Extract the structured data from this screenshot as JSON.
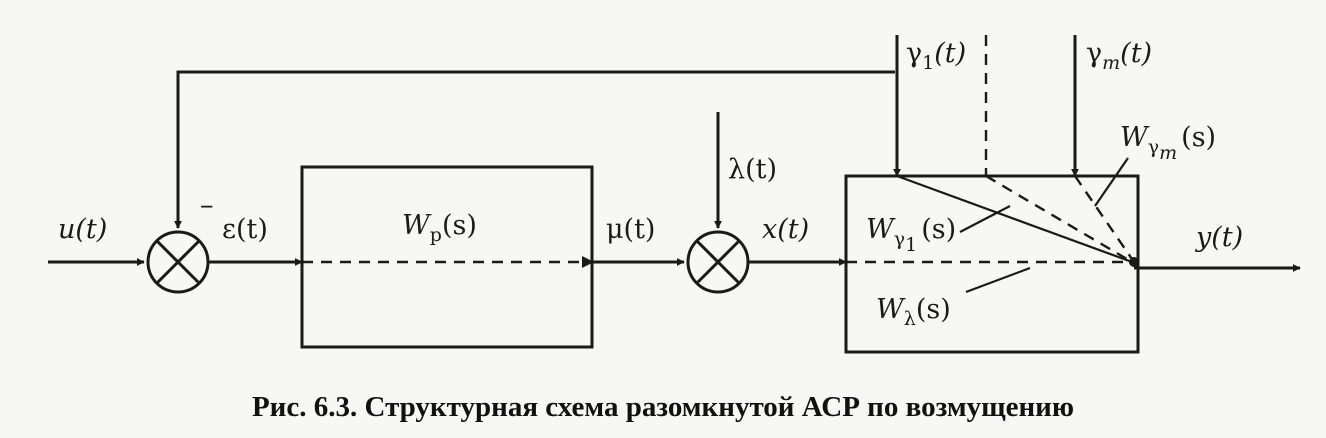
{
  "signals": {
    "u": "u(t)",
    "epsilon": "ε(t)",
    "mu": "μ(t)",
    "lambda": "λ(t)",
    "x": "x(t)",
    "y": "y(t)",
    "gamma1_main": "γ",
    "gamma1_sub": "1",
    "gamma1_tail": "(t)",
    "gammam_main": "γ",
    "gammam_sub": "m",
    "gammam_tail": "(t)"
  },
  "feedback_sign": "–",
  "blocks": {
    "regulator": {
      "main": "W",
      "sub": "р",
      "tail": "(s)"
    },
    "object_gamma1": {
      "main": "W",
      "sub1": "γ",
      "sub2": "1",
      "tail": "(s)"
    },
    "object_gammam": {
      "main": "W",
      "sub1": "γ",
      "sub2": "m",
      "tail": "(s)"
    },
    "object_lambda": {
      "main": "W",
      "sub1": "λ",
      "tail": "(s)"
    }
  },
  "caption": "Рис. 6.3. Структурная схема разомкнутой АСР по возмущению"
}
